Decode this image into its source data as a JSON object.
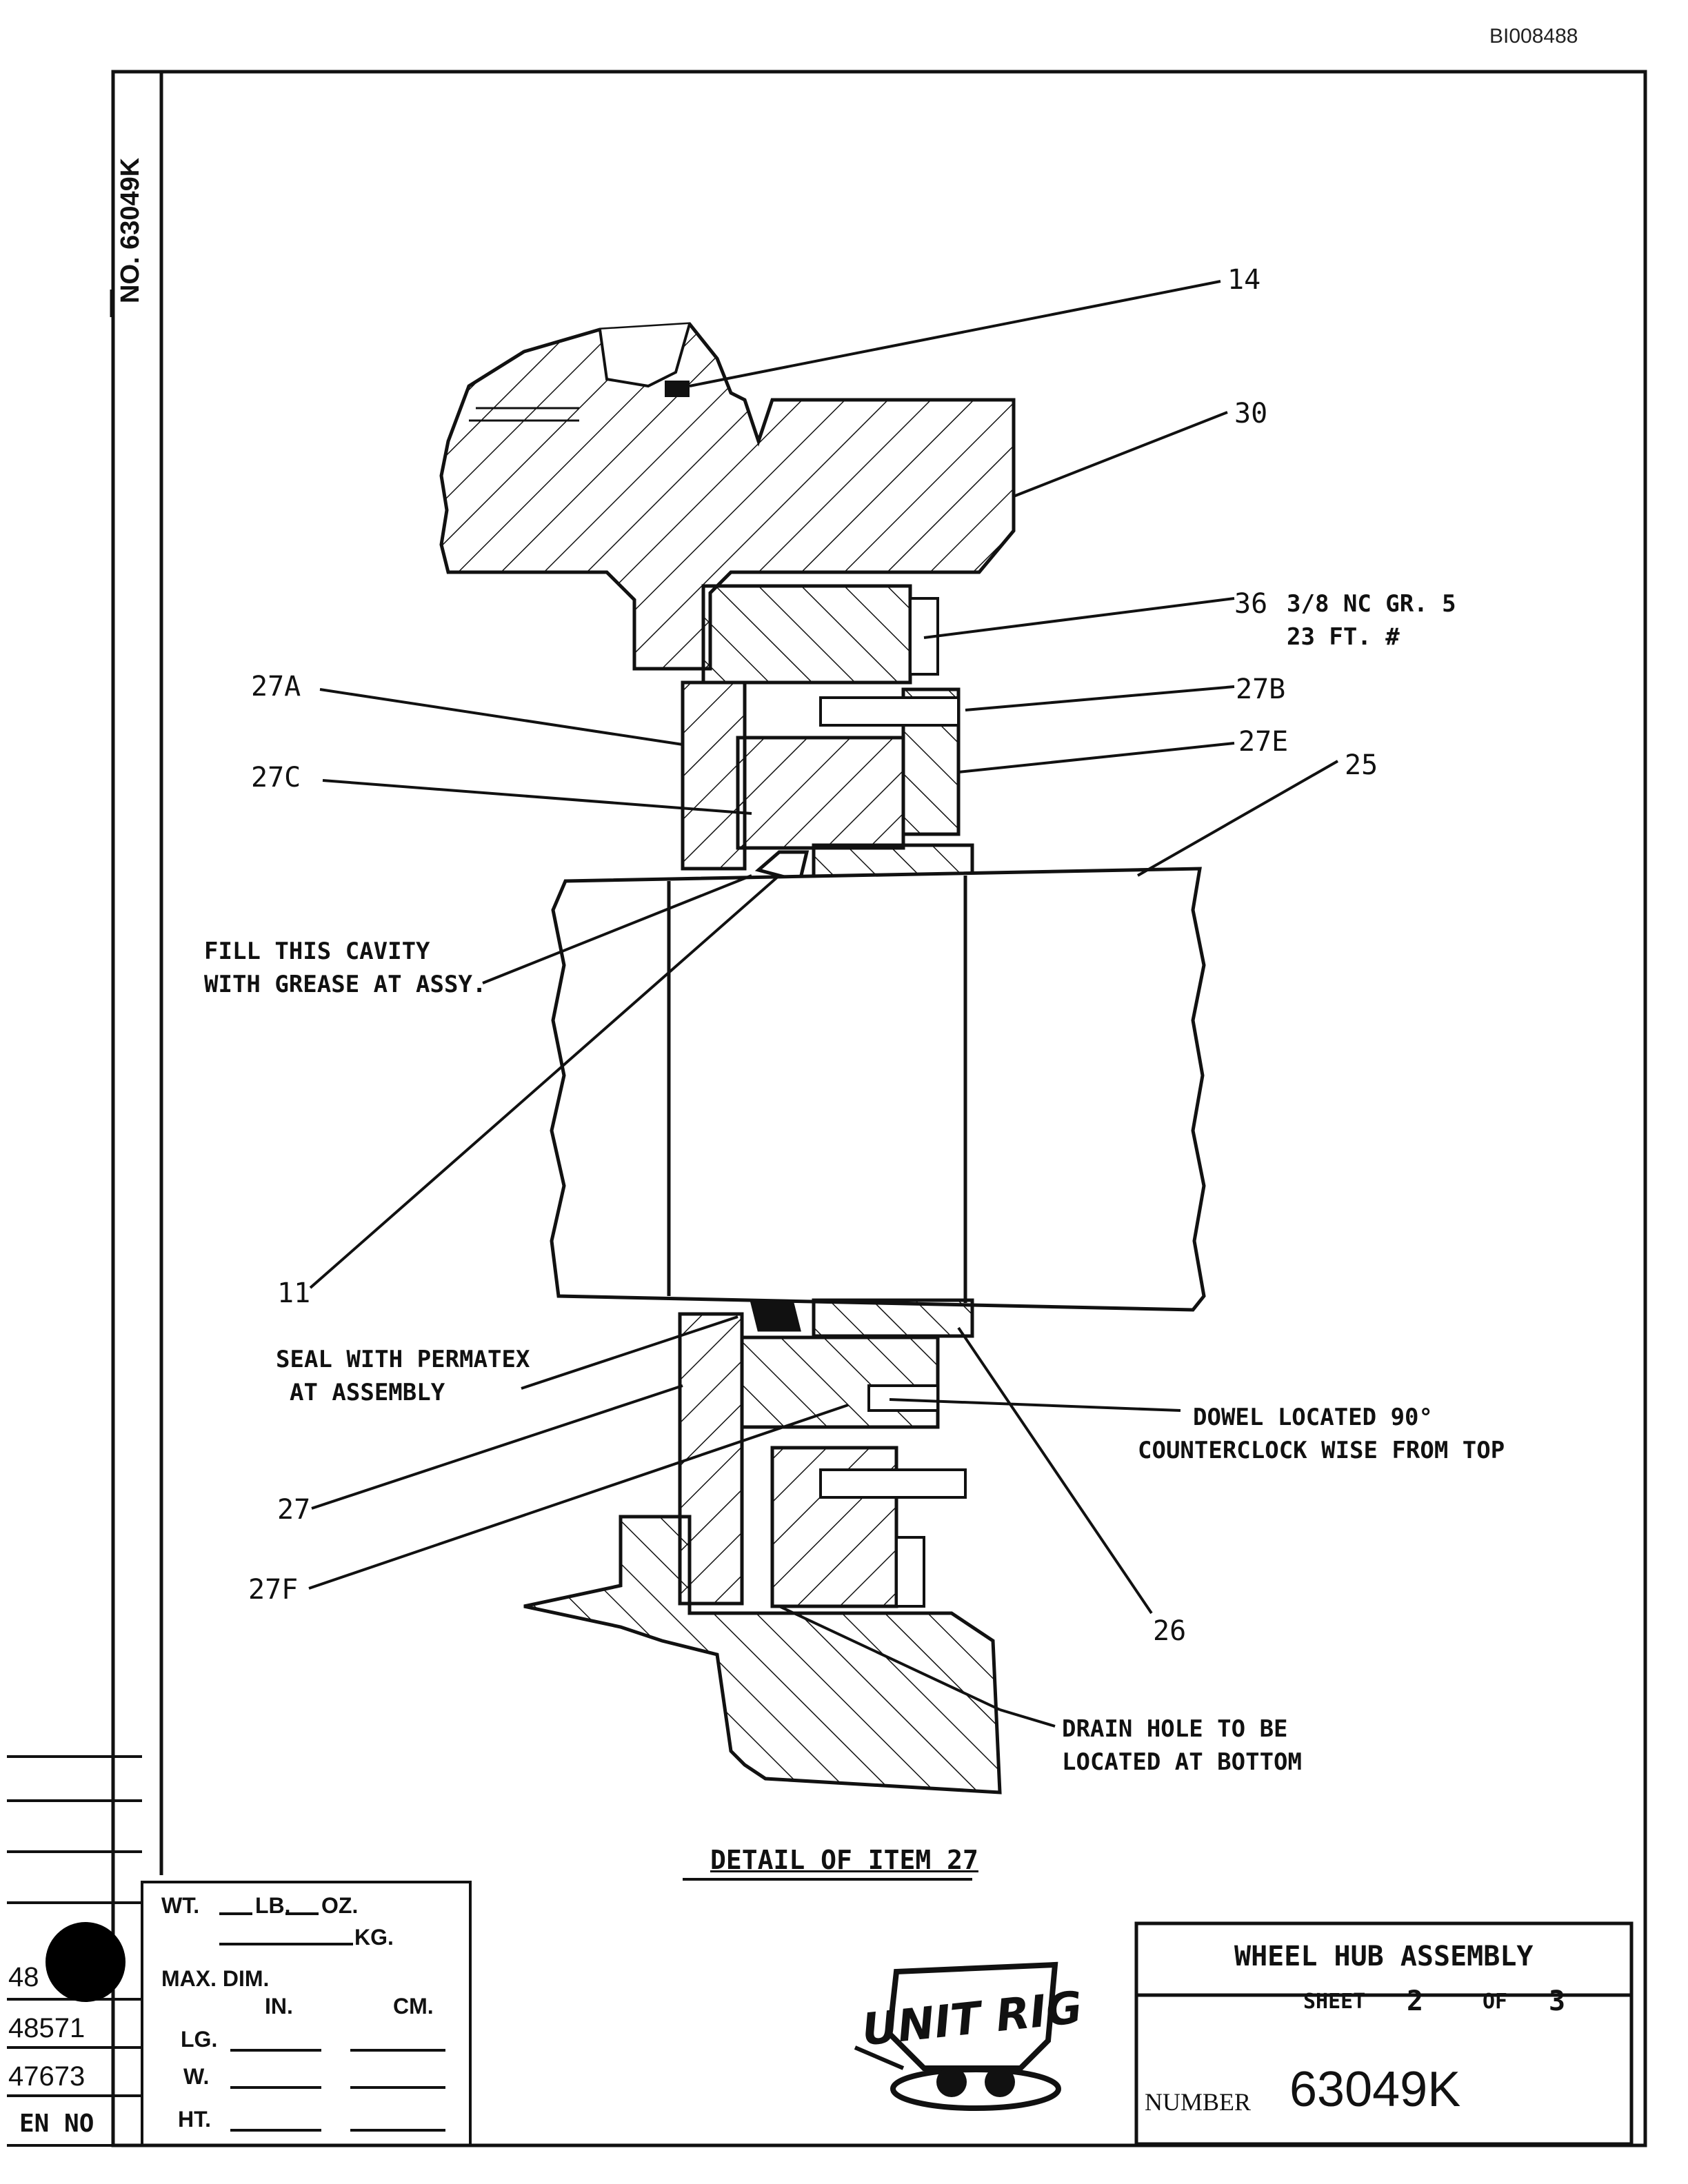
{
  "doc_id": "BI008488",
  "vertical_number": "NO. 63049K",
  "callouts": {
    "c14": "14",
    "c30": "30",
    "c36": "36",
    "c27a": "27A",
    "c27b": "27B",
    "c27e": "27E",
    "c27c": "27C",
    "c25": "25",
    "c11": "11",
    "c27": "27",
    "c27f": "27F",
    "c26": "26"
  },
  "notes": {
    "bolt_spec_line1": "3/8 NC GR. 5",
    "bolt_spec_line2": "23 FT. #",
    "fill_line1": "FILL THIS CAVITY",
    "fill_line2": "WITH GREASE AT ASSY.",
    "seal_line1": "SEAL WITH PERMATEX",
    "seal_line2": "AT ASSEMBLY",
    "dowel_line1": "DOWEL LOCATED 90°",
    "dowel_line2": "COUNTERCLOCK WISE FROM TOP",
    "drain_line1": "DRAIN HOLE  TO BE",
    "drain_line2": "LOCATED AT BOTTOM"
  },
  "caption": "DETAIL OF ITEM 27",
  "weight_block": {
    "wt_label": "WT.",
    "lb_label": "LB.",
    "oz_label": "OZ.",
    "kg_label": "KG.",
    "max_dim_label": "MAX. DIM.",
    "in_label": "IN.",
    "cm_label": "CM.",
    "lg_label": "LG.",
    "w_label": "W.",
    "ht_label": "HT."
  },
  "ref_numbers": [
    "48",
    "48571",
    "47673"
  ],
  "en_no_label": "EN NO",
  "logo_text": "UNIT RIG",
  "title_block": {
    "title": "WHEEL HUB ASSEMBLY",
    "sheet_label": "SHEET",
    "sheet_current": "2",
    "sheet_of_label": "OF",
    "sheet_total": "3",
    "number_label": "NUMBER",
    "number_value": "63049K"
  }
}
